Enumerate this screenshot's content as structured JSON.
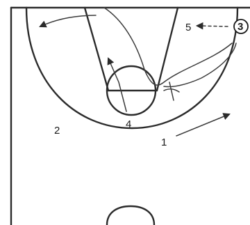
{
  "diagram": {
    "players": [
      {
        "id": "p1",
        "label": "1"
      },
      {
        "id": "p2",
        "label": "2"
      },
      {
        "id": "p3",
        "label": "3",
        "circled": true
      },
      {
        "id": "p4",
        "label": "4"
      },
      {
        "id": "p5",
        "label": "5"
      }
    ],
    "colors": {
      "ink": "#2b2b2b",
      "background": "#ffffff"
    }
  }
}
